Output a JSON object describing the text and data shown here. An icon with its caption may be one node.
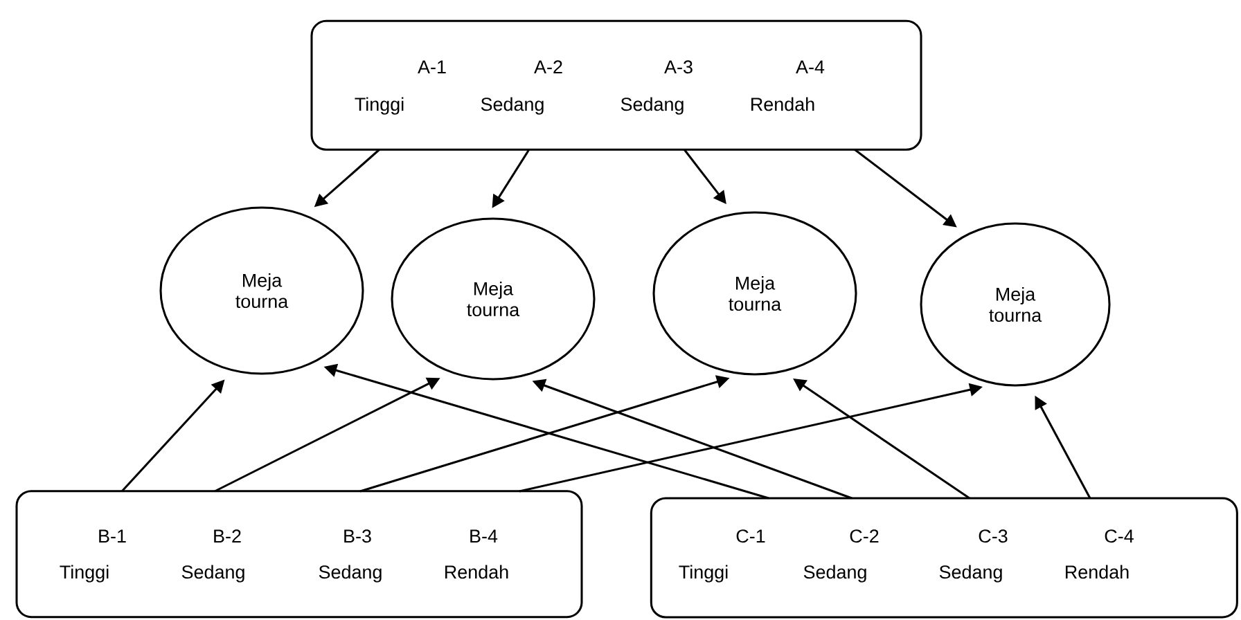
{
  "diagram": {
    "nodes": [
      {
        "text": [
          "A-1",
          "A-2",
          "A-3",
          "A-4",
          "Tinggi",
          "Sedang",
          "Sedang",
          "Rendah"
        ]
      },
      {
        "text": [
          "Meja tourna"
        ]
      },
      {
        "text": [
          "Meja tourna"
        ]
      },
      {
        "text": [
          "Meja tourna"
        ]
      },
      {
        "text": [
          "Meja tourna"
        ]
      },
      {
        "text": [
          "B-1",
          "B-2",
          "B-3",
          "B-4",
          "Tinggi",
          "Sedang",
          "Sedang",
          "Rendah"
        ]
      },
      {
        "text": [
          "C-1",
          "C-2",
          "C-3",
          "C-4",
          "Tinggi",
          "Sedang",
          "Sedang",
          "Rendah"
        ]
      }
    ],
    "edges": [
      {
        "from": 0,
        "to": 1,
        "arrow": "to"
      },
      {
        "from": 0,
        "to": 2,
        "arrow": "to"
      },
      {
        "from": 0,
        "to": 3,
        "arrow": "to"
      },
      {
        "from": 0,
        "to": 4,
        "arrow": "to"
      },
      {
        "from": 5,
        "to": 1,
        "arrow": "to"
      },
      {
        "from": 5,
        "to": 2,
        "arrow": "to"
      },
      {
        "from": 5,
        "to": 3,
        "arrow": "to"
      },
      {
        "from": 5,
        "to": 4,
        "arrow": "to"
      },
      {
        "from": 6,
        "to": 1,
        "arrow": "to"
      },
      {
        "from": 6,
        "to": 2,
        "arrow": "to"
      },
      {
        "from": 6,
        "to": 3,
        "arrow": "to"
      },
      {
        "from": 6,
        "to": 4,
        "arrow": "to"
      }
    ]
  }
}
